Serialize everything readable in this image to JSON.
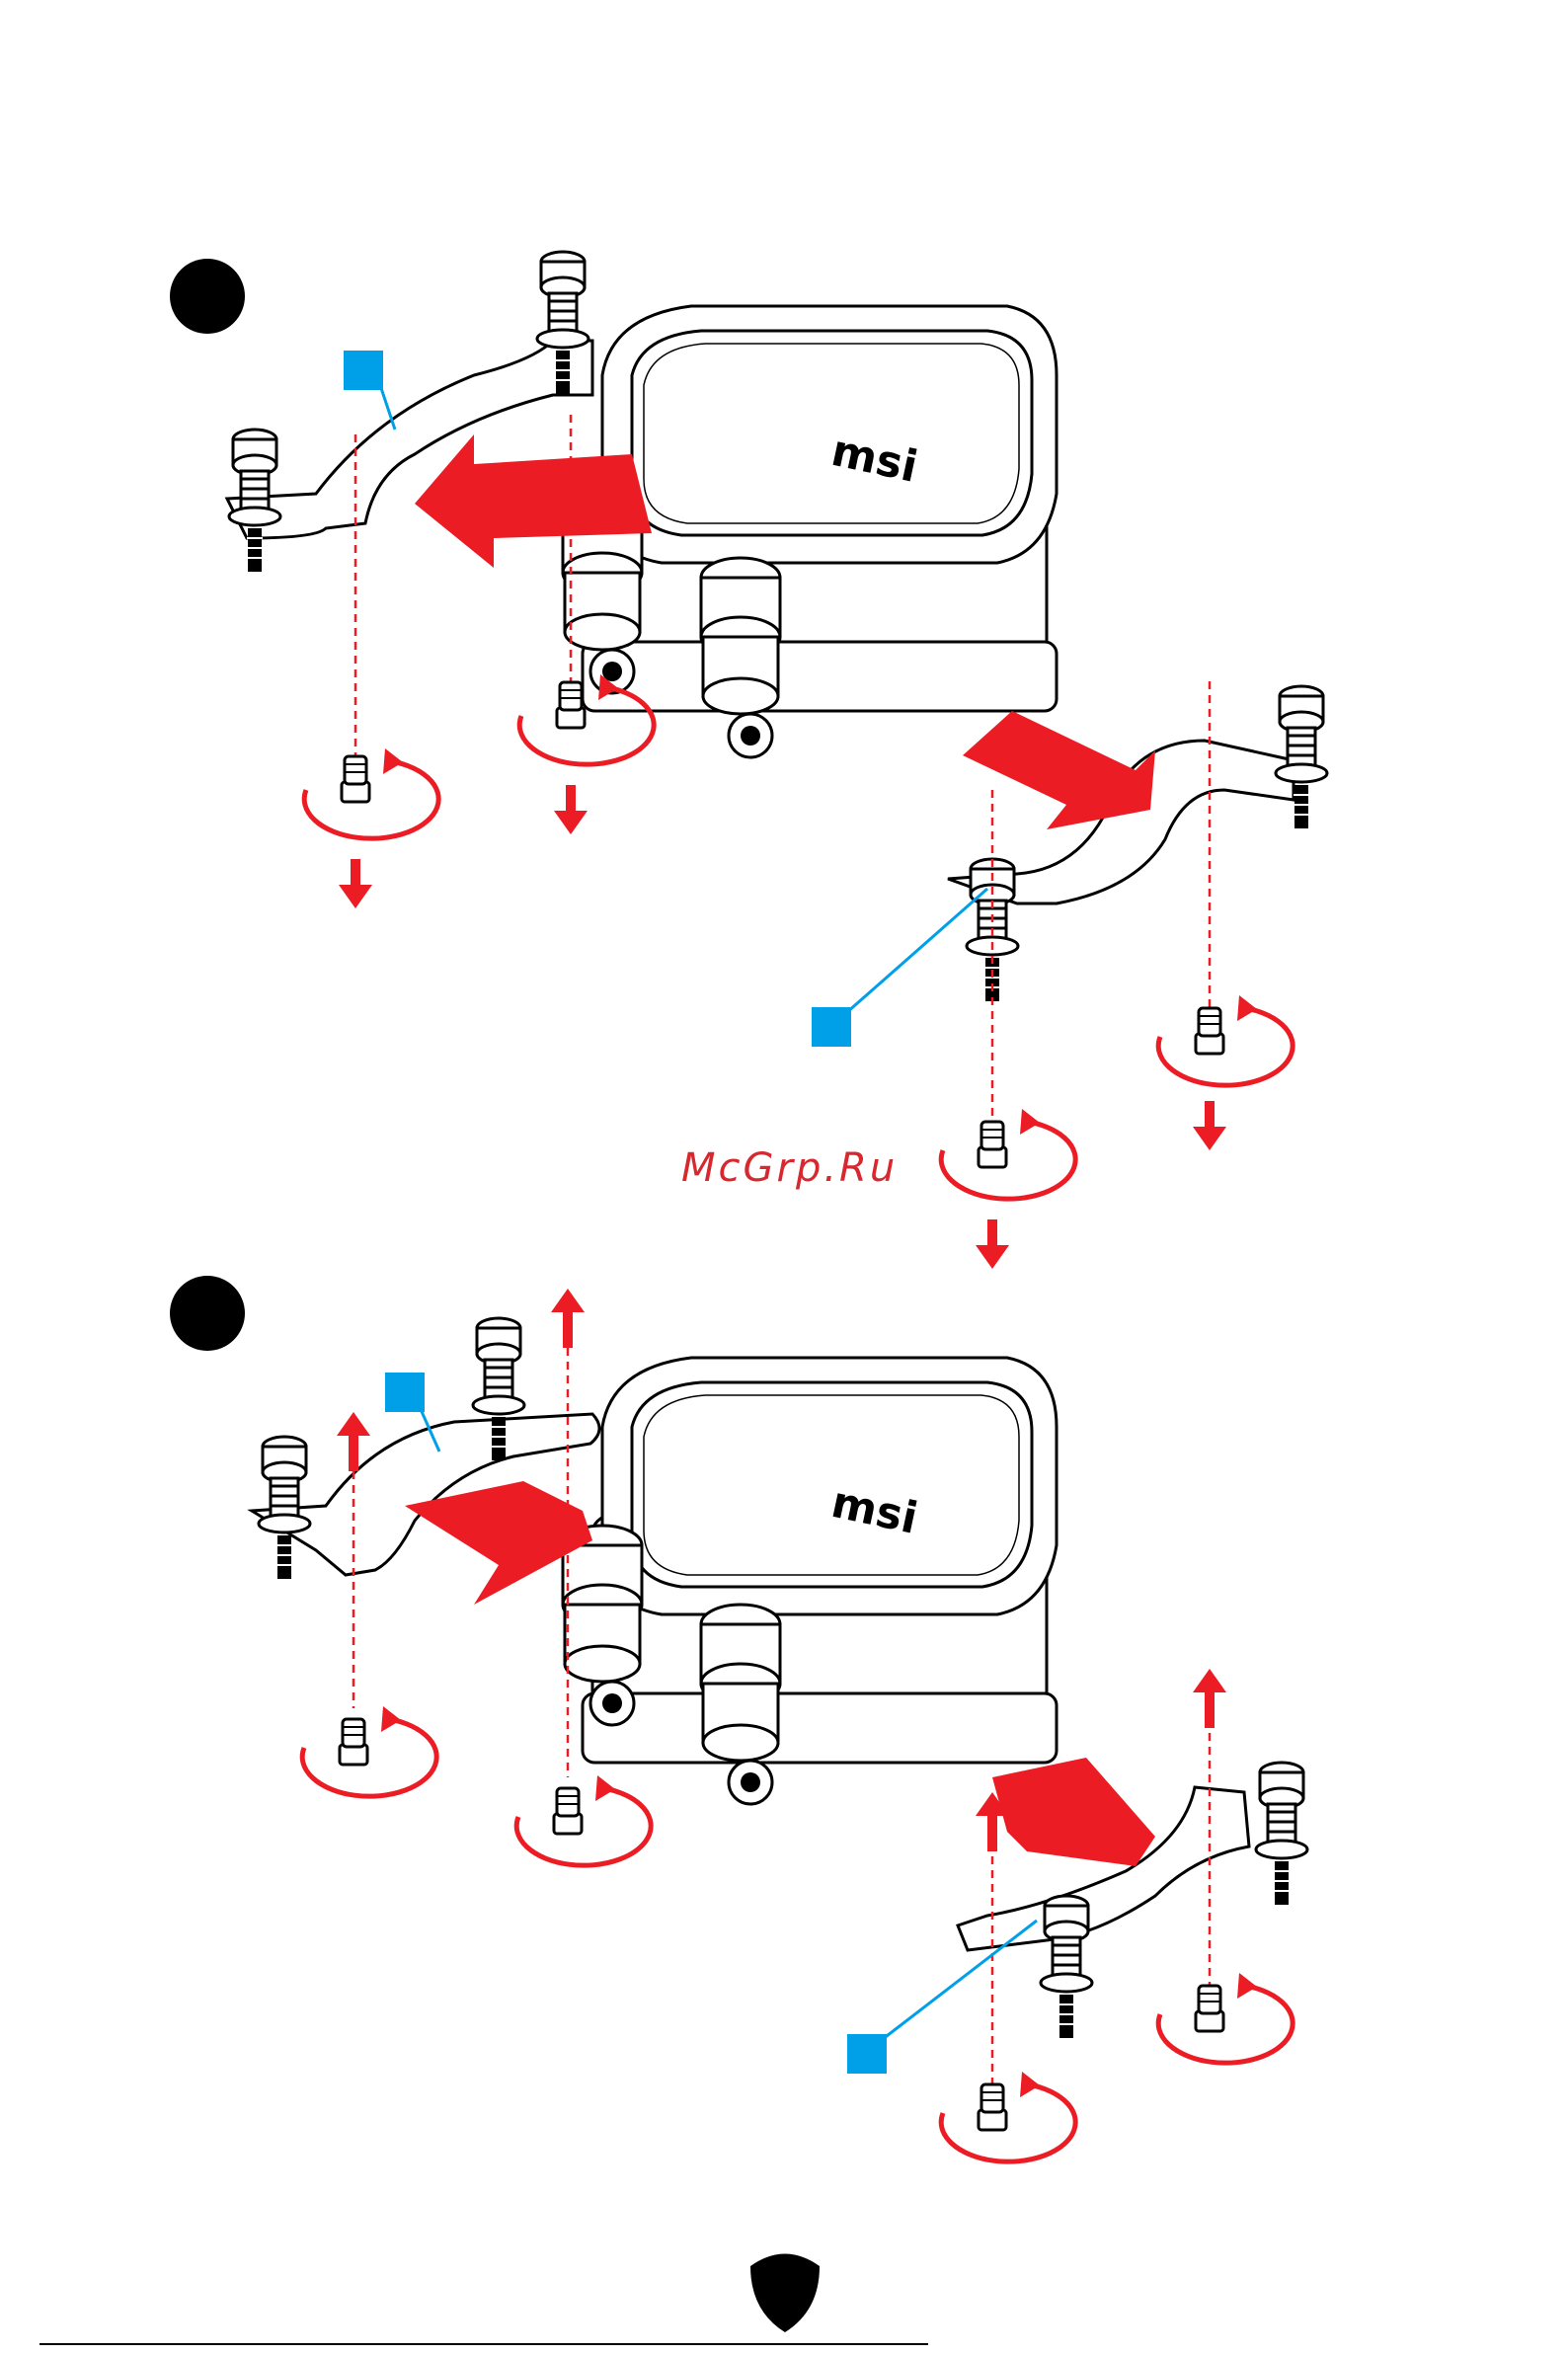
{
  "watermark": "McGrp.Ru",
  "colors": {
    "arrow": "#ec1c24",
    "callout": "#00a0e9",
    "line": "#000000",
    "dashed": "#ec1c24"
  },
  "brand_mark": "msi",
  "step_markers": [
    {
      "icon": "step-marker-dot"
    },
    {
      "icon": "step-marker-dot"
    }
  ],
  "footer_icon": "msi-shield-icon"
}
